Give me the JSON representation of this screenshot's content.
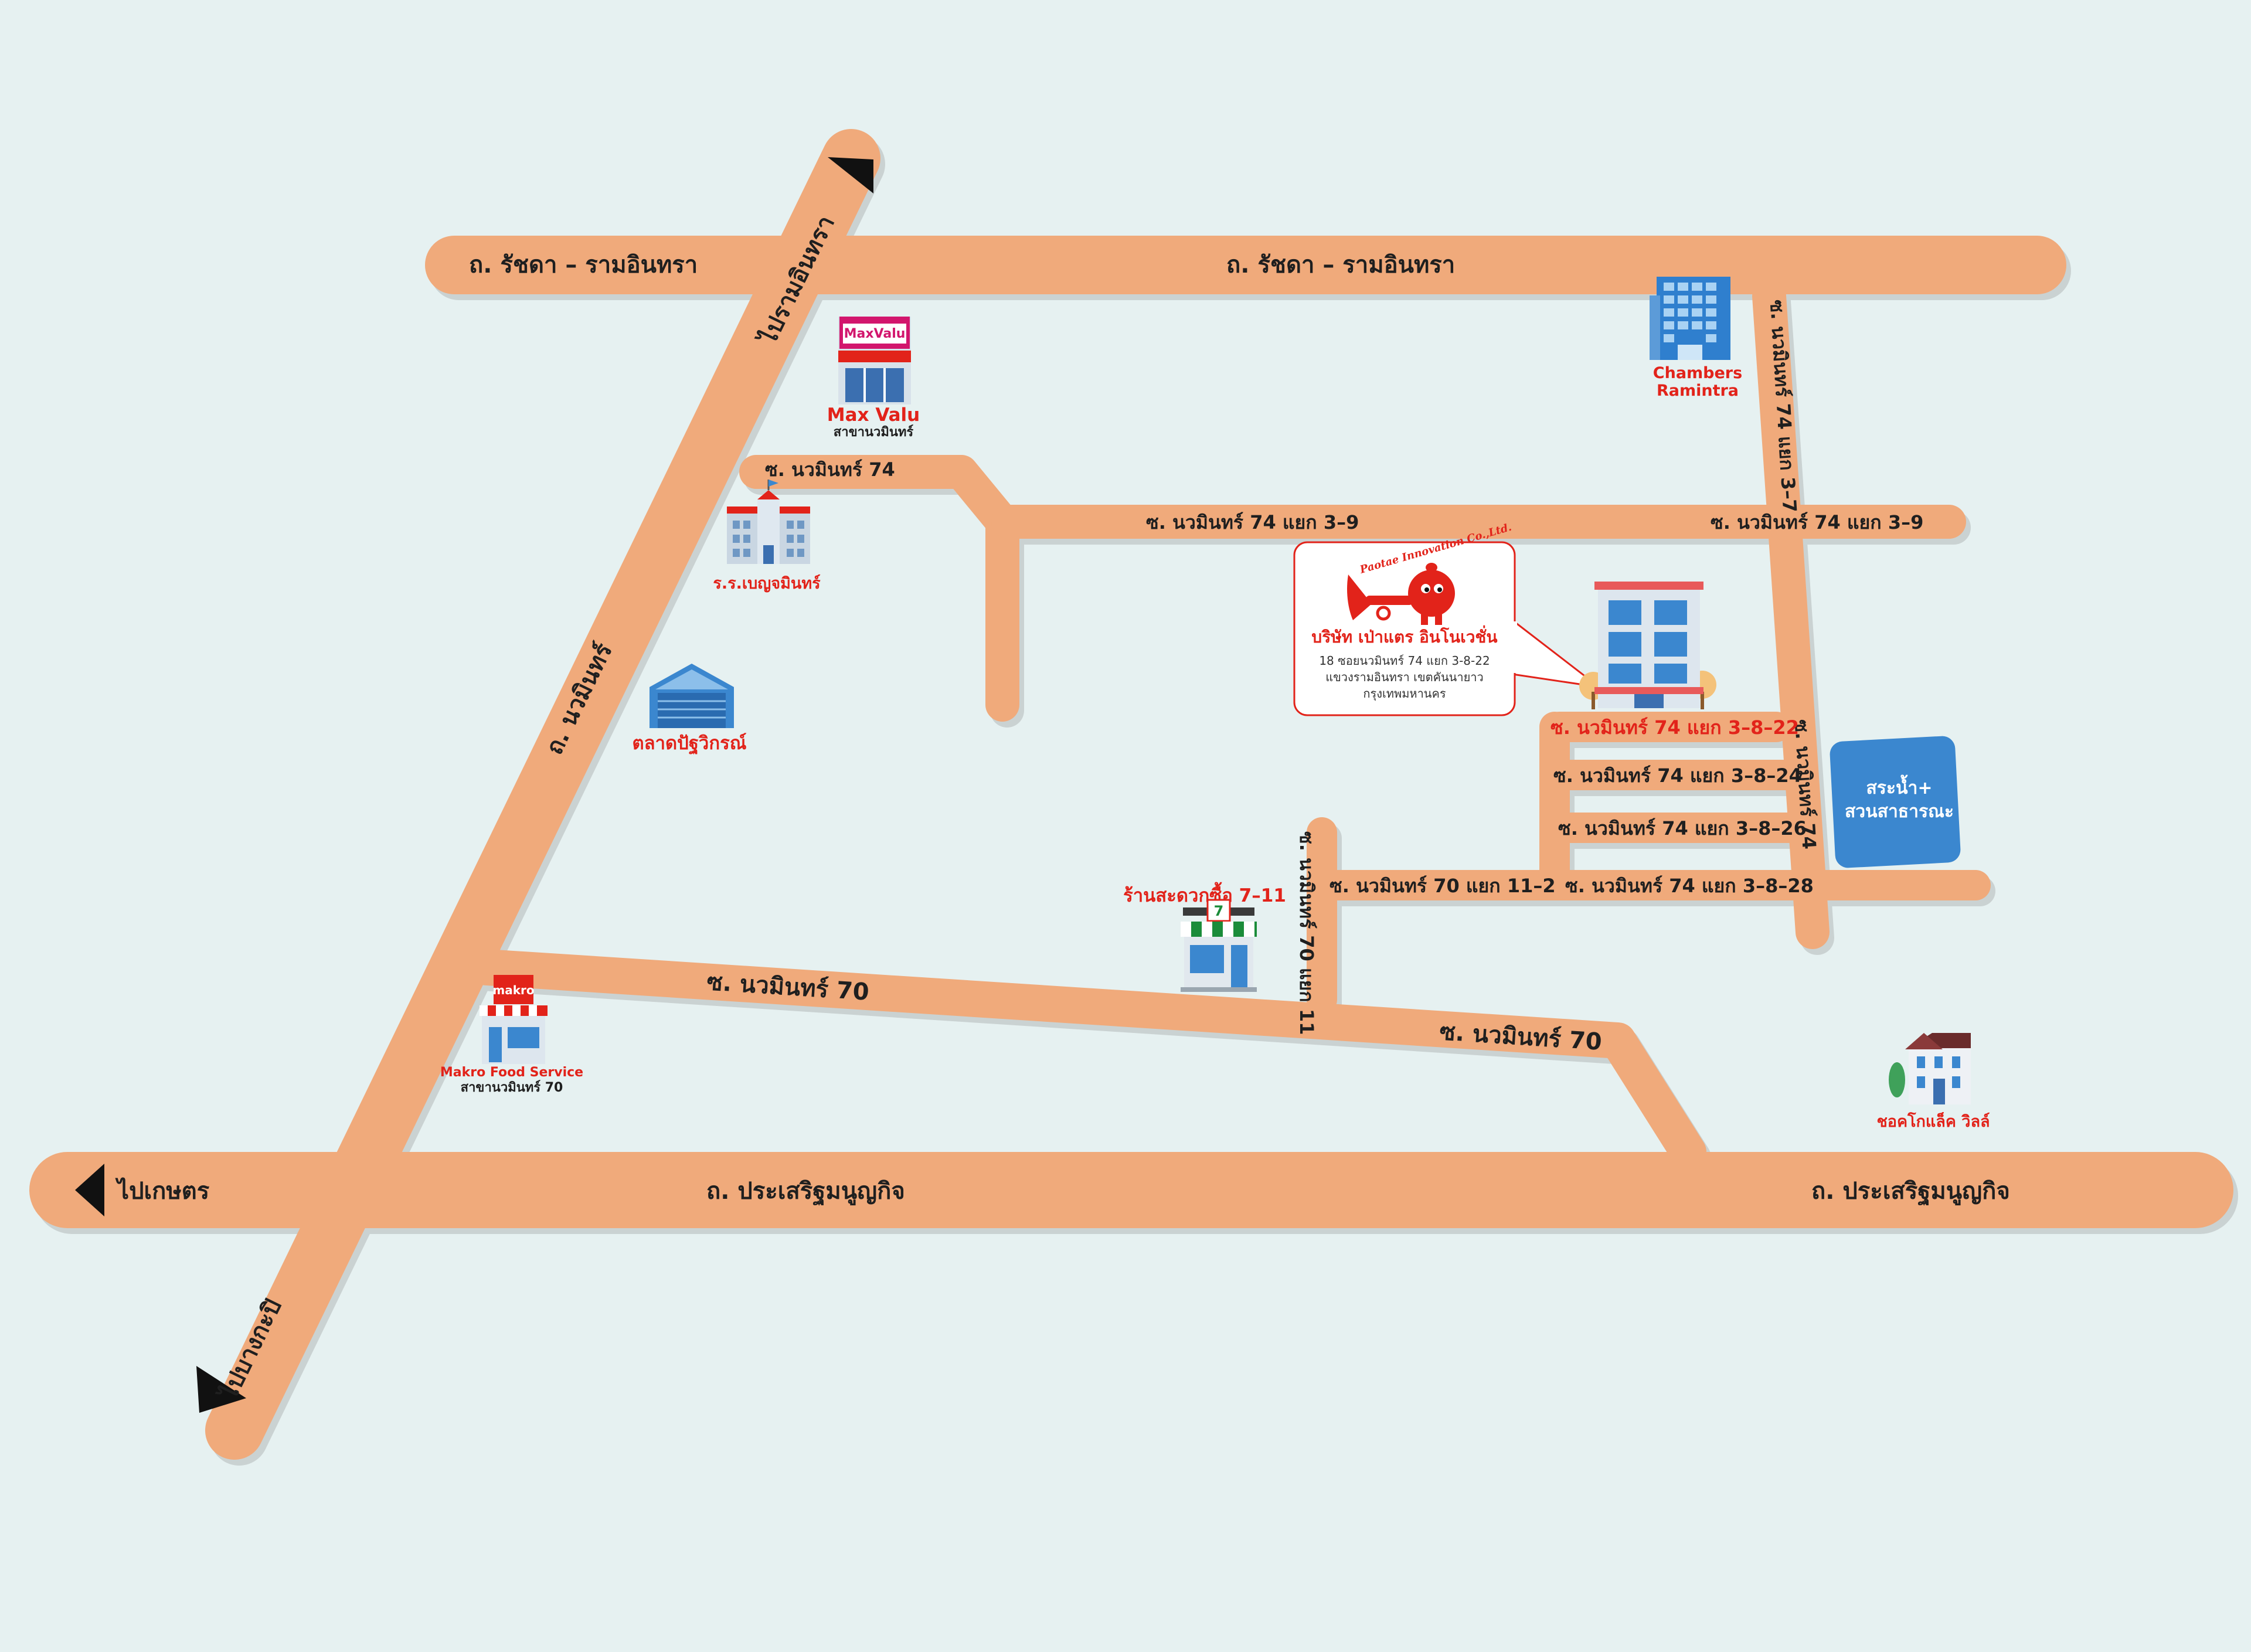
{
  "colors": {
    "background": "#e6f1f1",
    "road": "#f0aa7b",
    "road_shadow": "#c9cfcf",
    "label": "#1f1f1f",
    "accent_red": "#e2231a",
    "park": "#3b87cf"
  },
  "roads": {
    "ratchada_ramintra_left": "ถ. รัชดา – รามอินทรา",
    "ratchada_ramintra_center": "ถ. รัชดา – รามอินทรา",
    "nawamin_road": "ถ. นวมินทร์",
    "to_ramintra": "ไปรามอินทรา",
    "to_bangkapi": "ไปบางกะปิ",
    "to_kaset": "ไปเกษตร",
    "prasert_center": "ถ. ประเสริฐมนูญกิจ",
    "prasert_right": "ถ. ประเสริฐมนูญกิจ",
    "soi74": "ซ. นวมินทร์ 74",
    "soi74_3_9_left": "ซ. นวมินทร์ 74 แยก 3–9",
    "soi74_3_9_right": "ซ. นวมินทร์ 74 แยก 3–9",
    "soi74_3_7": "ซ. นวมินทร์ 74 แยก 3–7",
    "soi74_vertical": "ซ. นวมินทร์ 74",
    "soi74_3_8_22": "ซ. นวมินทร์ 74 แยก 3–8–22",
    "soi74_3_8_24": "ซ. นวมินทร์ 74 แยก 3–8–24",
    "soi74_3_8_26": "ซ. นวมินทร์ 74 แยก 3–8–26",
    "soi74_3_8_28": "ซ. นวมินทร์ 74 แยก 3–8–28",
    "soi70_11_2": "ซ. นวมินทร์ 70 แยก 11–2",
    "soi70_11": "ซ. นวมินทร์ 70 แยก 11",
    "soi70_left": "ซ. นวมินทร์ 70",
    "soi70_right": "ซ. นวมินทร์ 70"
  },
  "places": {
    "maxvalu": {
      "logo": "MaxValu",
      "name": "Max Valu",
      "sub": "สาขานวมินทร์"
    },
    "chambers": {
      "line1": "Chambers",
      "line2": "Ramintra"
    },
    "school": {
      "name": "ร.ร.เบญจมินทร์"
    },
    "market": {
      "name": "ตลาดปัฐวิกรณ์"
    },
    "seven": {
      "name": "ร้านสะดวกซื้อ 7–11"
    },
    "makro": {
      "logo": "makro",
      "name": "Makro Food Service",
      "sub": "สาขานวมินทร์ 70"
    },
    "park": {
      "line1": "สระน้ำ+",
      "line2": "สวนสาธารณะ"
    },
    "village": {
      "name": "ชอคโกแล็ค วิลล์"
    }
  },
  "company": {
    "logo": "Paotae Innovation Co.,Ltd.",
    "name": "บริษัท เป่าแตร อินโนเวชั่น",
    "address1": "18 ซอยนวมินทร์ 74 แยก 3-8-22",
    "address2": "แขวงรามอินทรา เขตคันนายาว",
    "address3": "กรุงเทพมหานคร"
  },
  "icons": {
    "arrow_up_right": "triangle-arrow-icon",
    "arrow_left": "triangle-arrow-icon",
    "arrow_down_left": "triangle-arrow-icon",
    "store": "storefront-icon",
    "office": "office-building-icon",
    "school": "school-building-icon",
    "market": "warehouse-icon",
    "house": "house-icon",
    "mascot": "trumpet-mascot-icon"
  }
}
